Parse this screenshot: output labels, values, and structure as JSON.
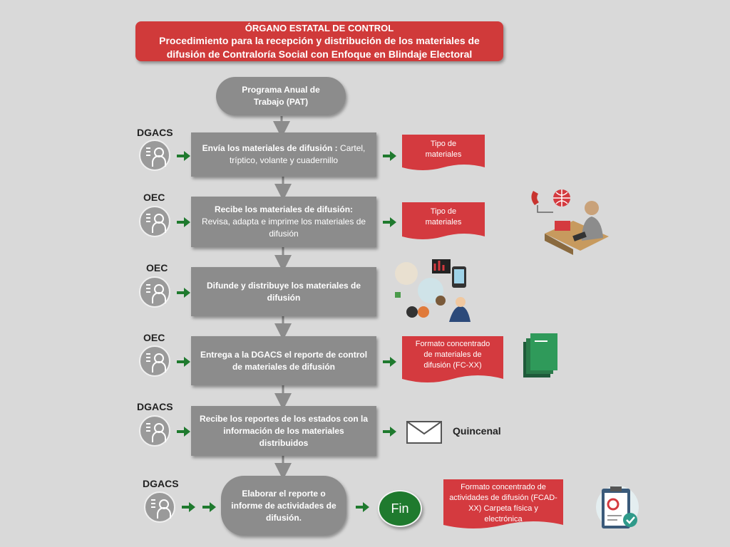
{
  "title": {
    "line1": "ÓRGANO ESTATAL DE CONTROL",
    "line2": "Procedimiento para la recepción y distribución de los materiales de",
    "line3": "difusión de Contraloría Social con Enfoque en Blindaje Electoral"
  },
  "start": {
    "line1": "Programa Anual de",
    "line2": "Trabajo (PAT)"
  },
  "steps": [
    {
      "role": "DGACS",
      "bold": "Envía los materiales de difusión :",
      "normal": " Cartel, tríptico, volante y cuadernillo",
      "doc": "Tipo de materiales"
    },
    {
      "role": "OEC",
      "bold": "Recibe los materiales de difusión:",
      "normal": "Revisa, adapta e  imprime los materiales de difusión",
      "doc": "Tipo de materiales"
    },
    {
      "role": "OEC",
      "bold": "Difunde y distribuye los materiales de difusión",
      "normal": ""
    },
    {
      "role": "OEC",
      "bold": "Entrega a la DGACS el reporte de control de materiales de difusión",
      "normal": "",
      "doc": "Formato concentrado de materiales de difusión (FC-XX)"
    },
    {
      "role": "DGACS",
      "bold": "Recibe los reportes de los estados con la información de los  materiales distribuidos",
      "normal": "",
      "note": "Quincenal"
    },
    {
      "role": "DGACS",
      "bold": "Elaborar el reporte o informe de actividades de difusión.",
      "normal": "",
      "doc": "Formato concentrado de actividades de difusión (FCAD-XX) Carpeta física y electrónica"
    }
  ],
  "end": {
    "label": "Fin"
  },
  "colors": {
    "title_bg": "#d03a3a",
    "step_bg": "#8c8c8c",
    "doc_bg": "#d43a3f",
    "arrow": "#1f7a2e",
    "connector": "#8c8c8c",
    "fin_bg": "#1f7a2e"
  },
  "icons": [
    "user-group-icon",
    "document-icon",
    "telephone-globe-worker-icon",
    "social-media-people-icon",
    "binder-stack-icon",
    "envelope-icon",
    "clipboard-chart-icon"
  ]
}
